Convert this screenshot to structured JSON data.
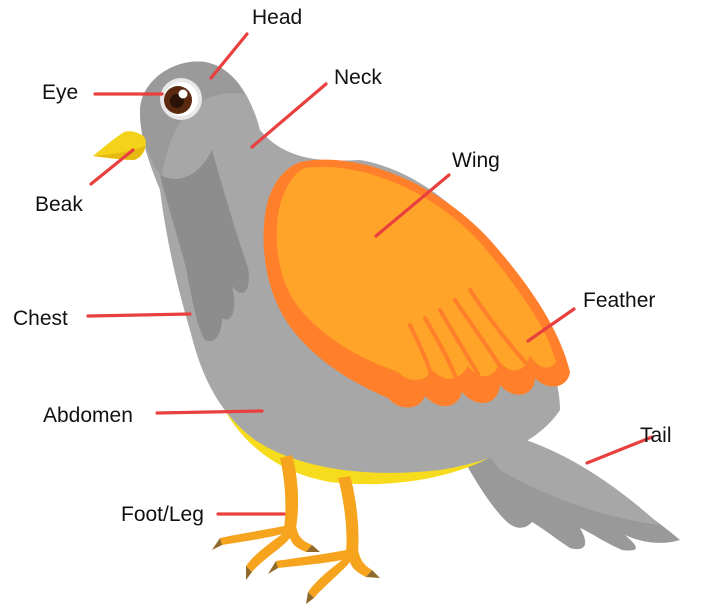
{
  "diagram": {
    "labels": {
      "head": "Head",
      "eye": "Eye",
      "neck": "Neck",
      "beak": "Beak",
      "wing": "Wing",
      "chest": "Chest",
      "feather": "Feather",
      "abdomen": "Abdomen",
      "tail": "Tail",
      "foot_leg": "Foot/Leg"
    },
    "colors": {
      "pointer_line": "#e8403f",
      "body_gray": "#a7a7a7",
      "dark_gray": "#8d8d8d",
      "wing_orange": "#ffa428",
      "wing_dark_orange": "#ff7f2a",
      "belly_yellow": "#f7dc1e",
      "beak_yellow": "#f5d21a",
      "leg_orange": "#f6a31e",
      "claw_brown": "#8f6a2a",
      "eye_brown": "#5a2a10"
    }
  }
}
